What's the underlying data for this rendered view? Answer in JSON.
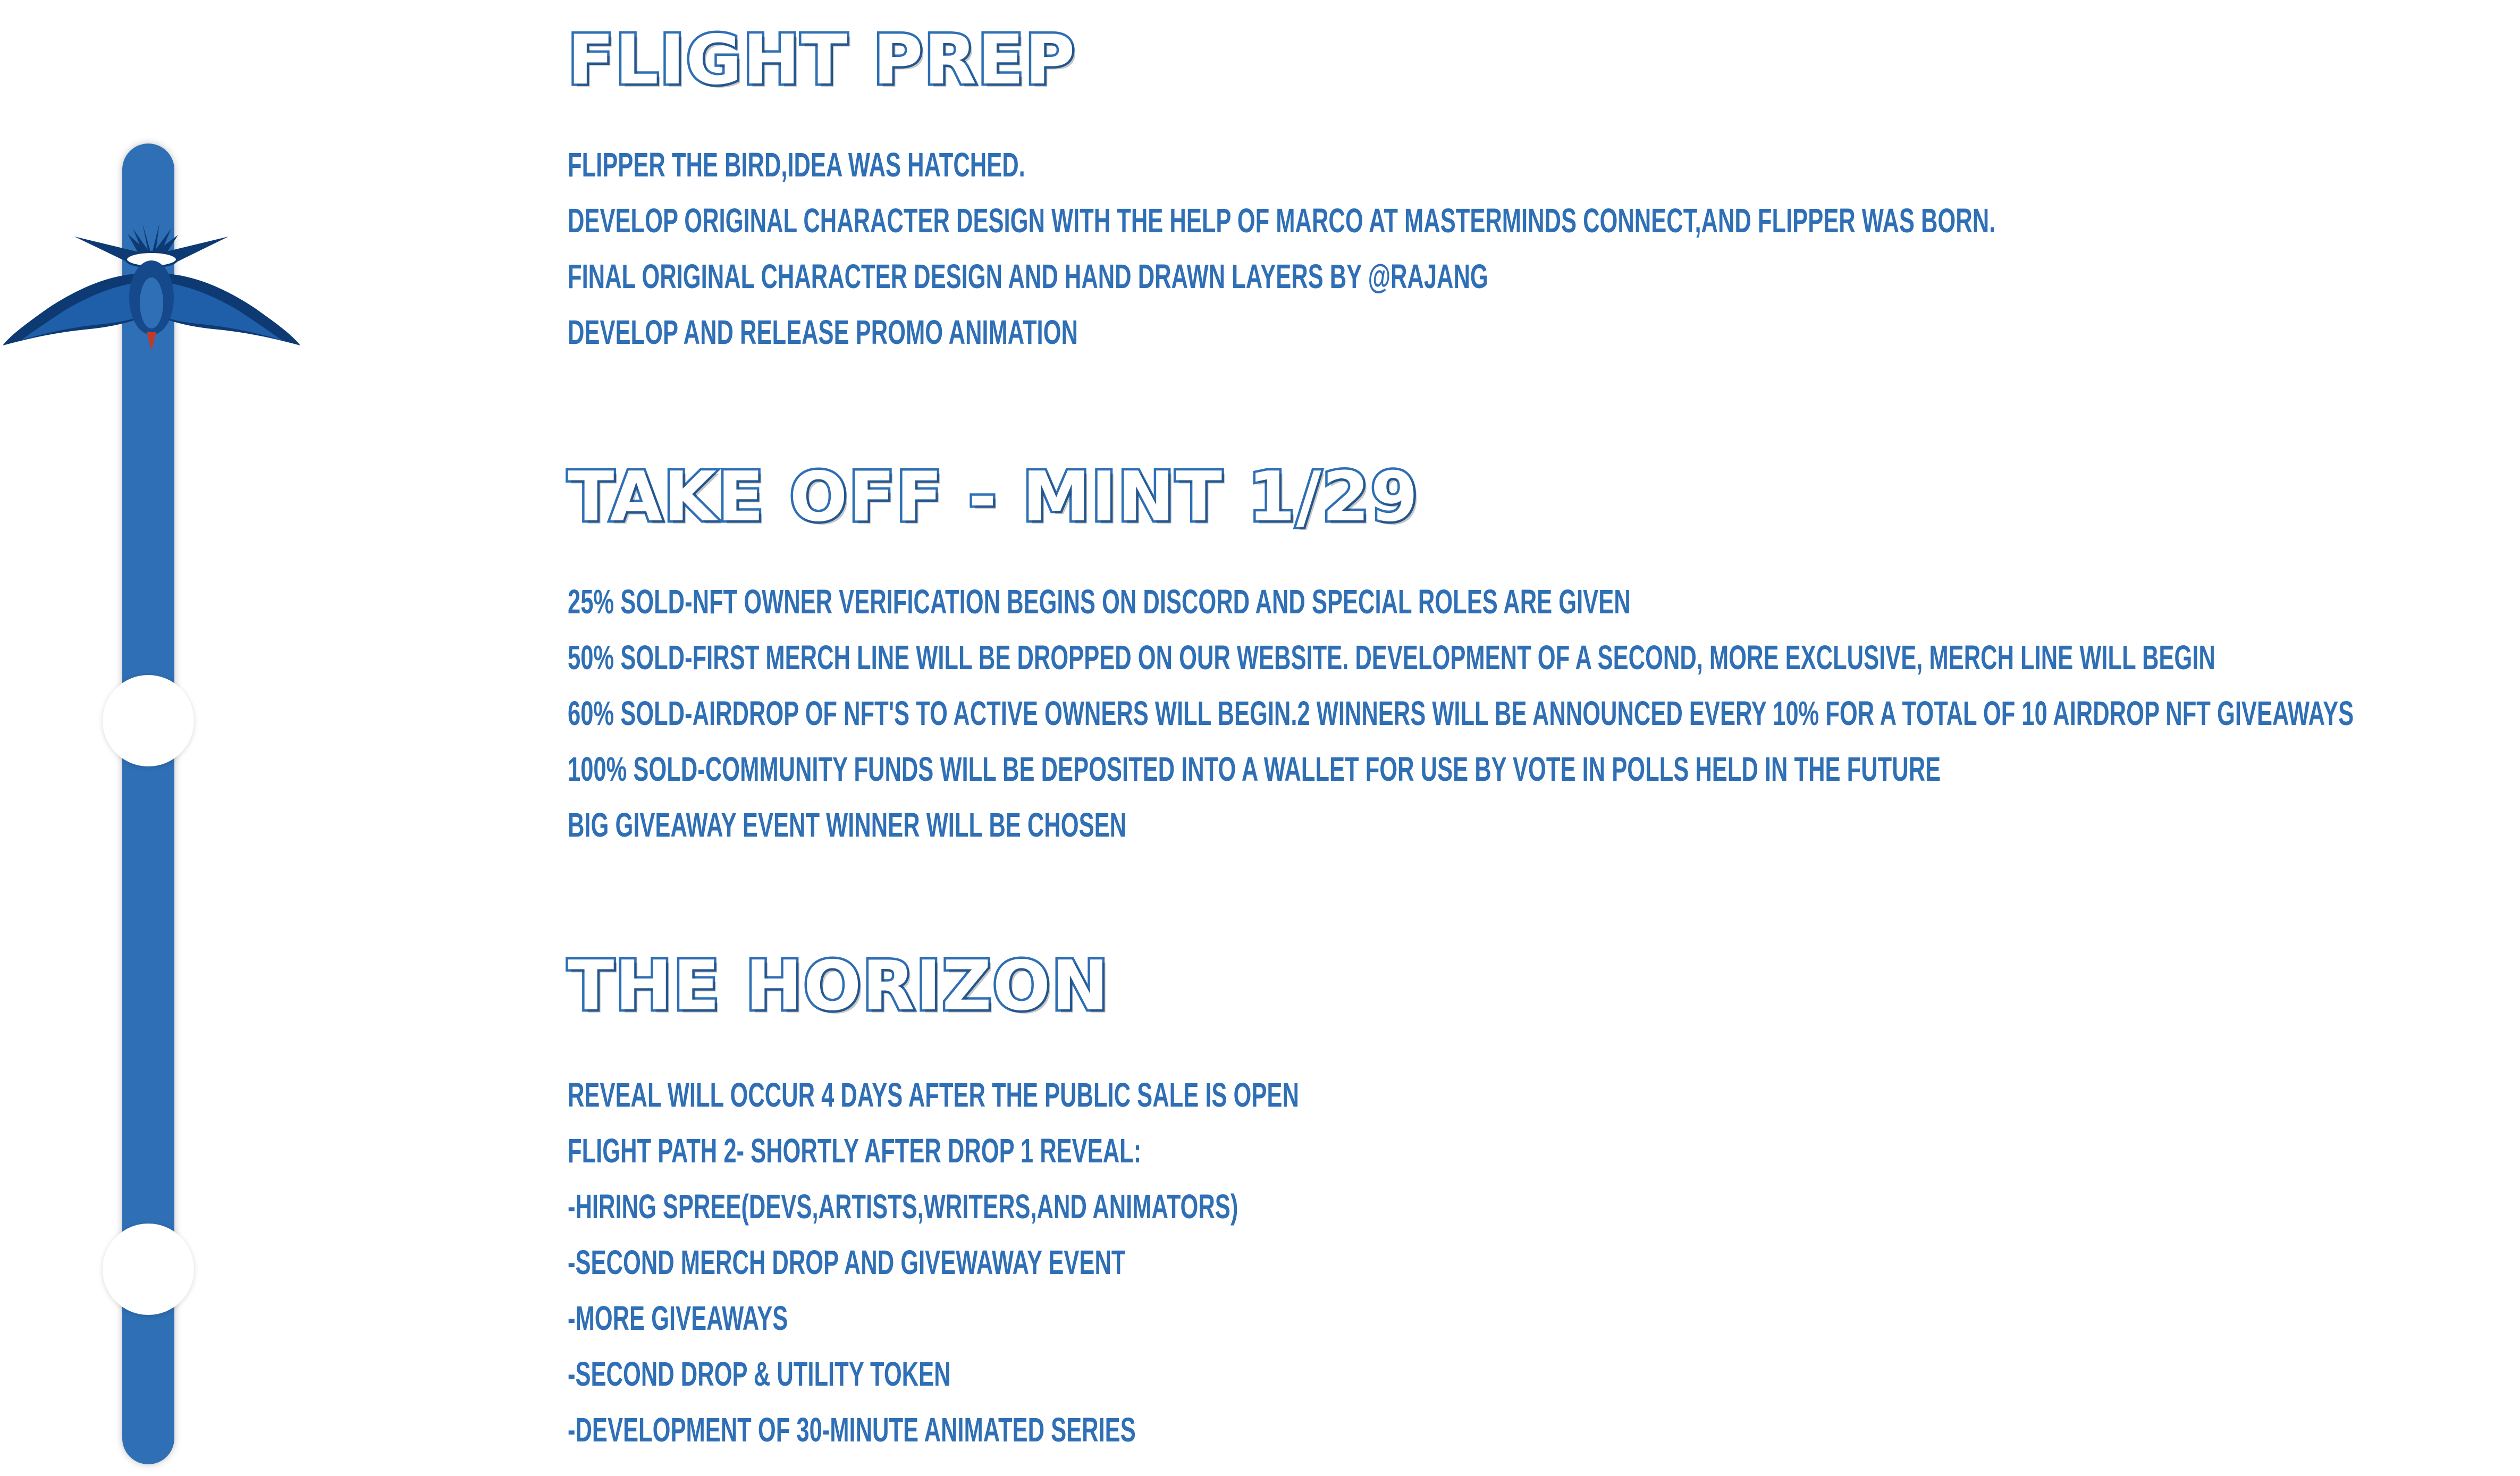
{
  "timeline": {
    "accent_color": "#2f6fb5",
    "marker_icon": "bird-icon",
    "milestones": 3
  },
  "sections": [
    {
      "heading": "FLIGHT PREP",
      "items": [
        "FLIPPER THE BIRD,IDEA WAS HATCHED.",
        "DEVELOP ORIGINAL CHARACTER DESIGN WITH THE HELP OF MARCO AT MASTERMINDS CONNECT,AND FLIPPER WAS BORN.",
        "FINAL ORIGINAL CHARACTER DESIGN AND HAND DRAWN LAYERS BY @RAJANG",
        "DEVELOP AND RELEASE PROMO ANIMATION"
      ]
    },
    {
      "heading": "TAKE OFF - MINT 1/29",
      "items": [
        "25% SOLD-NFT OWNER VERIFICATION BEGINS ON DISCORD AND SPECIAL ROLES ARE GIVEN",
        "50% SOLD-FIRST MERCH LINE WILL BE DROPPED ON OUR WEBSITE. DEVELOPMENT OF A SECOND, MORE EXCLUSIVE, MERCH LINE WILL BEGIN",
        "60% SOLD-AIRDROP OF NFT'S TO ACTIVE OWNERS WILL BEGIN.2 WINNERS WILL BE ANNOUNCED EVERY 10% FOR A TOTAL OF 10 AIRDROP NFT GIVEAWAYS",
        "100% SOLD-COMMUNITY FUNDS WILL BE DEPOSITED INTO A WALLET FOR USE BY VOTE IN POLLS HELD IN THE FUTURE",
        "BIG GIVEAWAY EVENT WINNER WILL BE CHOSEN"
      ]
    },
    {
      "heading": "THE HORIZON",
      "items": [
        "REVEAL WILL OCCUR 4 DAYS AFTER THE PUBLIC SALE IS OPEN",
        "FLIGHT PATH 2- SHORTLY AFTER DROP 1 REVEAL:",
        "-HIRING SPREE(DEVS,ARTISTS,WRITERS,AND ANIMATORS)",
        "-SECOND MERCH DROP AND GIVEWAWAY EVENT",
        "-MORE GIVEAWAYS",
        "-SECOND DROP & UTILITY TOKEN",
        "-DEVELOPMENT OF 30-MINUTE ANIMATED SERIES"
      ]
    }
  ]
}
